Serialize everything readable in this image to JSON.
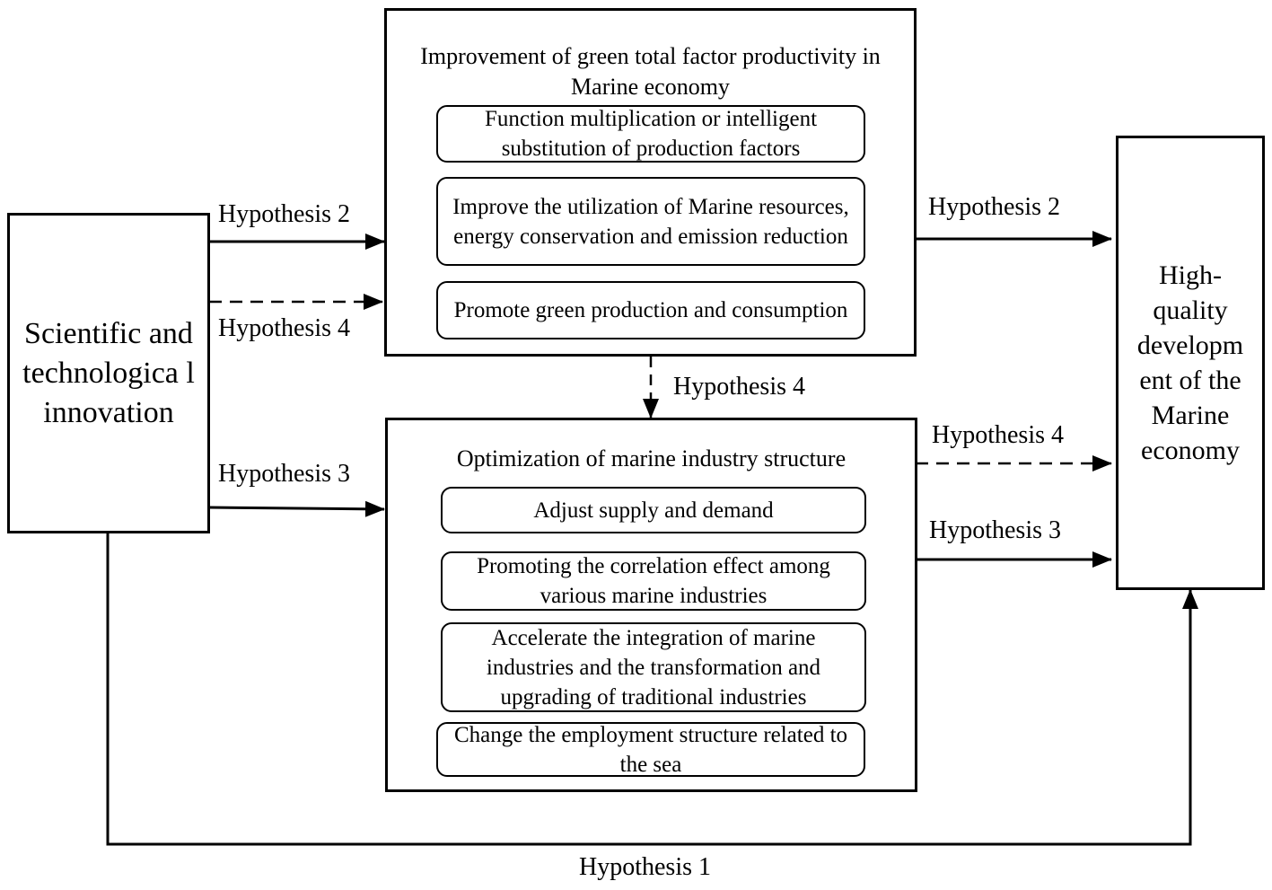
{
  "source": {
    "title": "Scientific and technologica l innovation"
  },
  "target": {
    "title": "High-quality developm ent of the Marine economy"
  },
  "gtfp": {
    "title": "Improvement of green total factor productivity in Marine economy",
    "items": [
      "Function multiplication or intelligent substitution of production factors",
      "Improve the utilization of Marine resources, energy conservation and emission reduction",
      "Promote green production and consumption"
    ]
  },
  "structure": {
    "title": "Optimization of marine industry structure",
    "items": [
      "Adjust supply and demand",
      "Promoting the correlation effect among various marine industries",
      "Accelerate the integration of marine industries and the transformation and upgrading of traditional industries",
      "Change the employment structure related to the sea"
    ]
  },
  "edges": {
    "src_to_gtfp": "Hypothesis 2",
    "src_to_gtfp_dashed": "Hypothesis 4",
    "gtfp_to_structure": "Hypothesis 4",
    "src_to_structure": "Hypothesis 3",
    "gtfp_to_target": "Hypothesis 2",
    "structure_to_target_dashed": "Hypothesis 4",
    "structure_to_target": "Hypothesis 3",
    "src_to_target_direct": "Hypothesis 1"
  }
}
